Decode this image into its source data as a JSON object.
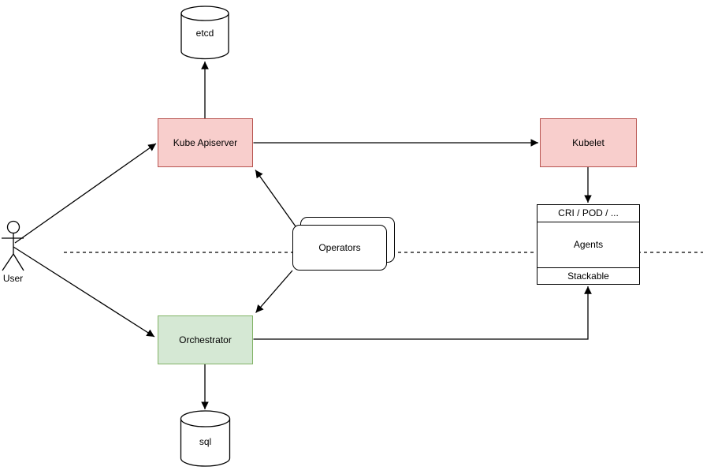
{
  "diagram": {
    "nodes": {
      "etcd": {
        "label": "etcd",
        "shape": "database-cylinder"
      },
      "kube_apiserver": {
        "label": "Kube Apiserver",
        "fill": "#f8cecc",
        "border": "#b85450"
      },
      "kubelet": {
        "label": "Kubelet",
        "fill": "#f8cecc",
        "border": "#b85450"
      },
      "agents_stack": {
        "header": "CRI / POD / ...",
        "body": "Agents",
        "footer": "Stackable",
        "fill": "#ffffff",
        "border": "#000000"
      },
      "operators": {
        "label": "Operators",
        "shape": "stacked-rounded-rectangles",
        "fill": "#ffffff",
        "border": "#000000"
      },
      "orchestrator": {
        "label": "Orchestrator",
        "fill": "#d5e8d4",
        "border": "#82b366"
      },
      "sql": {
        "label": "sql",
        "shape": "database-cylinder"
      },
      "user": {
        "label": "User",
        "shape": "actor-stick-figure"
      }
    },
    "edges": [
      {
        "from": "kube_apiserver",
        "to": "etcd",
        "style": "solid-arrow"
      },
      {
        "from": "kube_apiserver",
        "to": "kubelet",
        "style": "solid-arrow"
      },
      {
        "from": "kubelet",
        "to": "agents_stack",
        "style": "solid-arrow"
      },
      {
        "from": "operators",
        "to": "kube_apiserver",
        "style": "solid-arrow"
      },
      {
        "from": "operators",
        "to": "orchestrator",
        "style": "solid-arrow"
      },
      {
        "from": "user",
        "to": "kube_apiserver",
        "style": "solid-arrow"
      },
      {
        "from": "user",
        "to": "orchestrator",
        "style": "solid-arrow"
      },
      {
        "from": "orchestrator",
        "to": "sql",
        "style": "solid-arrow"
      },
      {
        "from": "orchestrator",
        "to": "agents_stack",
        "style": "solid-arrow-elbow"
      }
    ],
    "separator": {
      "style": "dashed-line",
      "orientation": "horizontal"
    },
    "colors": {
      "red_fill": "#f8cecc",
      "red_border": "#b85450",
      "green_fill": "#d5e8d4",
      "green_border": "#82b366",
      "line": "#000000",
      "shape_fill": "#ffffff",
      "background": "#ffffff"
    }
  }
}
